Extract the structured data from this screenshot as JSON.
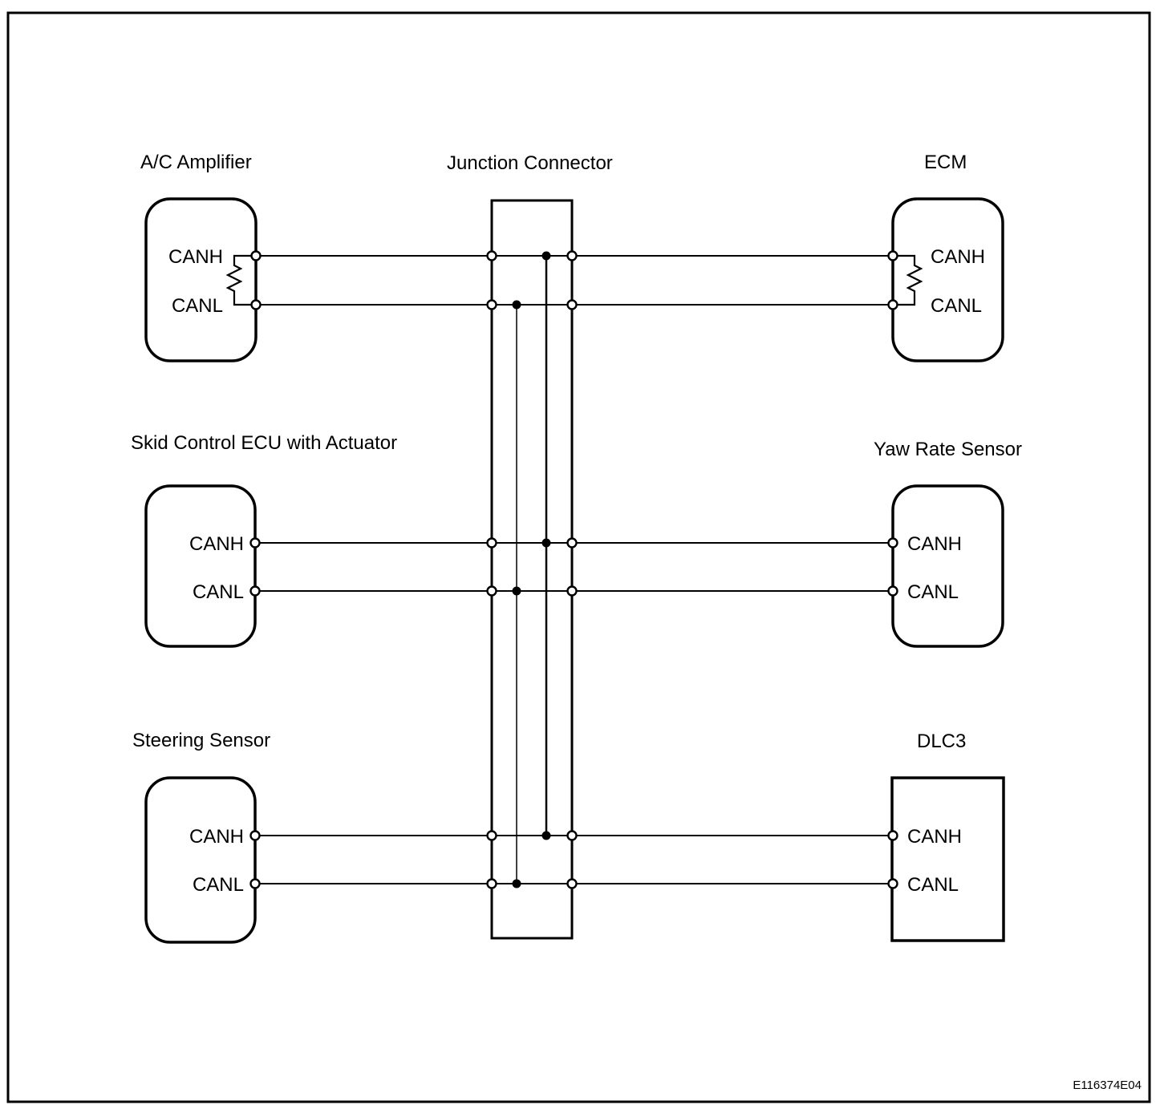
{
  "figure_code": "E116374E04",
  "junction_connector": {
    "label": "Junction Connector"
  },
  "blocks": {
    "ac_amplifier": {
      "label": "A/C Amplifier",
      "pins": {
        "canh": "CANH",
        "canl": "CANL"
      },
      "terminating_resistor": true
    },
    "ecm": {
      "label": "ECM",
      "pins": {
        "canh": "CANH",
        "canl": "CANL"
      },
      "terminating_resistor": true
    },
    "skid_control_ecu": {
      "label": "Skid Control ECU with Actuator",
      "pins": {
        "canh": "CANH",
        "canl": "CANL"
      },
      "terminating_resistor": false
    },
    "yaw_rate_sensor": {
      "label": "Yaw Rate Sensor",
      "pins": {
        "canh": "CANH",
        "canl": "CANL"
      },
      "terminating_resistor": false
    },
    "steering_sensor": {
      "label": "Steering Sensor",
      "pins": {
        "canh": "CANH",
        "canl": "CANL"
      },
      "terminating_resistor": false
    },
    "dlc3": {
      "label": "DLC3",
      "pins": {
        "canh": "CANH",
        "canl": "CANL"
      },
      "terminating_resistor": false
    }
  },
  "colors": {
    "line": "#000000",
    "background": "#ffffff"
  }
}
